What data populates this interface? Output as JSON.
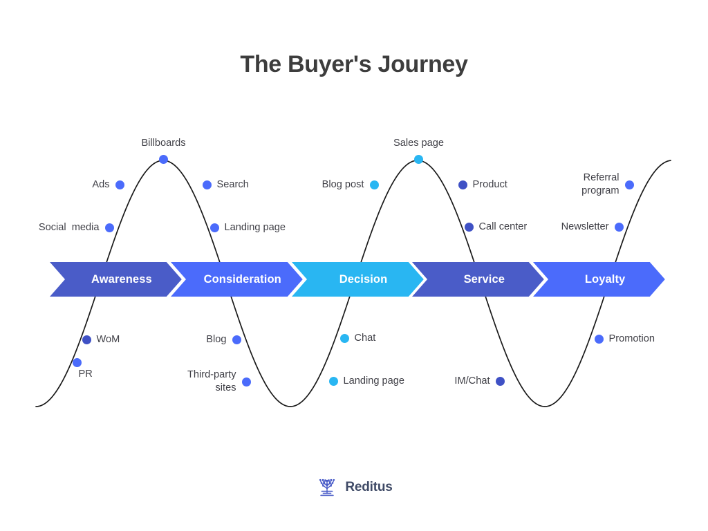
{
  "page": {
    "title": "The Buyer's Journey",
    "background": "#ffffff",
    "title_color": "#3d3d3d",
    "label_color": "#3f3f46",
    "wave_color": "#1a1a1a"
  },
  "colors": {
    "indigo": "#4a5cc8",
    "blue": "#4b6bfb",
    "cyan": "#29b6f2",
    "white": "#ffffff"
  },
  "stages": [
    {
      "label": "Awareness",
      "color": "#4a5cc8",
      "text_color": "#ffffff"
    },
    {
      "label": "Consideration",
      "color": "#4b6bfb",
      "text_color": "#ffffff"
    },
    {
      "label": "Decision",
      "color": "#29b6f2",
      "text_color": "#ffffff"
    },
    {
      "label": "Service",
      "color": "#4a5cc8",
      "text_color": "#ffffff"
    },
    {
      "label": "Loyalty",
      "color": "#4b6bfb",
      "text_color": "#ffffff"
    }
  ],
  "touchpoints": [
    {
      "label": "Social  media",
      "stage": "Awareness",
      "color": "#4b6bfb",
      "side": "left",
      "lines": 1
    },
    {
      "label": "Ads",
      "stage": "Awareness",
      "color": "#4b6bfb",
      "side": "left",
      "lines": 1
    },
    {
      "label": "Billboards",
      "stage": "Awareness",
      "color": "#4b6bfb",
      "side": "center",
      "lines": 1
    },
    {
      "label": "Search",
      "stage": "Awareness",
      "color": "#4b6bfb",
      "side": "right",
      "lines": 1
    },
    {
      "label": "Landing page",
      "stage": "Consideration",
      "color": "#4b6bfb",
      "side": "right",
      "lines": 1
    },
    {
      "label": "PR",
      "stage": "Awareness",
      "color": "#4b6bfb",
      "side": "below",
      "lines": 1
    },
    {
      "label": "WoM",
      "stage": "Awareness",
      "color": "#3f51c5",
      "side": "right",
      "lines": 1
    },
    {
      "label": "Blog",
      "stage": "Consideration",
      "color": "#4b6bfb",
      "side": "left",
      "lines": 1
    },
    {
      "label": "Third-party\nsites",
      "stage": "Consideration",
      "color": "#4b6bfb",
      "side": "left",
      "lines": 2
    },
    {
      "label": "Chat",
      "stage": "Decision",
      "color": "#29b6f2",
      "side": "right",
      "lines": 1
    },
    {
      "label": "Landing page",
      "stage": "Decision",
      "color": "#29b6f2",
      "side": "right",
      "lines": 1
    },
    {
      "label": "Blog post",
      "stage": "Decision",
      "color": "#29b6f2",
      "side": "left",
      "lines": 1
    },
    {
      "label": "Sales page",
      "stage": "Decision",
      "color": "#29b6f2",
      "side": "center",
      "lines": 1
    },
    {
      "label": "Product",
      "stage": "Service",
      "color": "#3f51c5",
      "side": "right",
      "lines": 1
    },
    {
      "label": "Call center",
      "stage": "Service",
      "color": "#3f51c5",
      "side": "right",
      "lines": 1
    },
    {
      "label": "IM/Chat",
      "stage": "Service",
      "color": "#3f51c5",
      "side": "left",
      "lines": 1
    },
    {
      "label": "Promotion",
      "stage": "Loyalty",
      "color": "#4b6bfb",
      "side": "right",
      "lines": 1
    },
    {
      "label": "Newsletter",
      "stage": "Loyalty",
      "color": "#4b6bfb",
      "side": "left",
      "lines": 1
    },
    {
      "label": "Referral\nprogram",
      "stage": "Loyalty",
      "color": "#4b6bfb",
      "side": "left",
      "lines": 2
    }
  ],
  "logo": {
    "wordmark": "Reditus",
    "mark": "tree-icon",
    "color": "#3f4a66"
  }
}
